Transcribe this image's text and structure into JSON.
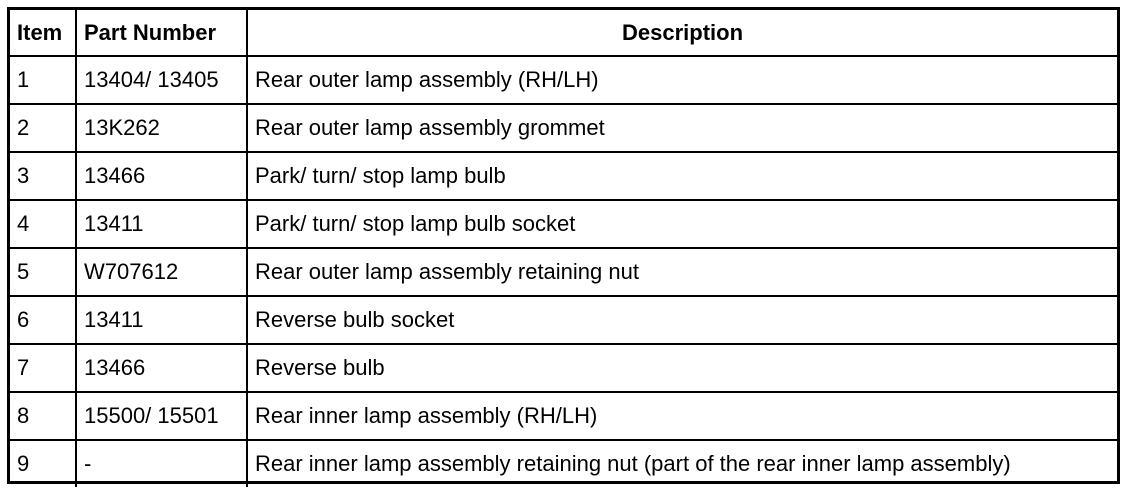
{
  "table": {
    "headers": {
      "item": "Item",
      "part_number": "Part Number",
      "description": "Description"
    },
    "rows": [
      {
        "item": "1",
        "part_number": "13404/ 13405",
        "description": "Rear outer lamp assembly (RH/LH)"
      },
      {
        "item": "2",
        "part_number": "13K262",
        "description": "Rear outer lamp assembly grommet"
      },
      {
        "item": "3",
        "part_number": "13466",
        "description": "Park/ turn/ stop lamp bulb"
      },
      {
        "item": "4",
        "part_number": "13411",
        "description": "Park/ turn/ stop lamp bulb socket"
      },
      {
        "item": "5",
        "part_number": "W707612",
        "description": "Rear outer lamp assembly retaining nut"
      },
      {
        "item": "6",
        "part_number": "13411",
        "description": "Reverse bulb socket"
      },
      {
        "item": "7",
        "part_number": "13466",
        "description": "Reverse bulb"
      },
      {
        "item": "8",
        "part_number": "15500/ 15501",
        "description": "Rear inner lamp assembly (RH/LH)"
      },
      {
        "item": "9",
        "part_number": "-",
        "description": "Rear inner lamp assembly retaining nut (part of the rear inner lamp assembly)"
      }
    ]
  }
}
